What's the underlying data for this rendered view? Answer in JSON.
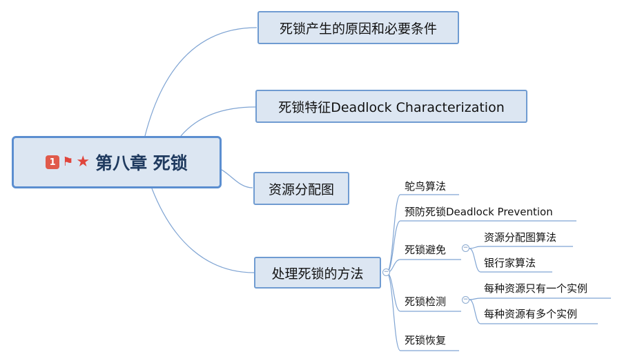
{
  "root": {
    "badge": "1",
    "flag_icon": "red-flag-icon",
    "star_icon": "red-star-icon",
    "title": "第八章 死锁"
  },
  "topics": [
    {
      "label": "死锁产生的原因和必要条件"
    },
    {
      "label": "死锁特征Deadlock Characterization"
    },
    {
      "label": "资源分配图"
    },
    {
      "label": "处理死锁的方法"
    }
  ],
  "methods": {
    "ostrich": "鸵鸟算法",
    "prevention": "预防死锁Deadlock Prevention",
    "avoidance": {
      "label": "死锁避免",
      "children": [
        "资源分配图算法",
        "银行家算法"
      ]
    },
    "detection": {
      "label": "死锁检测",
      "children": [
        "每种资源只有一个实例",
        "每种资源有多个实例"
      ]
    },
    "recovery": "死锁恢复"
  },
  "colors": {
    "line": "#7fa4d3",
    "node_fill": "#dce6f2",
    "node_border": "#6f9bd1",
    "accent": "#e0453c"
  }
}
